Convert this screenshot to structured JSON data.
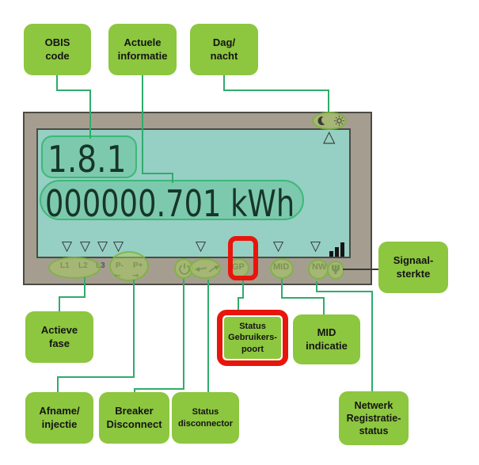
{
  "callouts": {
    "obis": "OBIS\ncode",
    "actuele": "Actuele\ninformatie",
    "dag_nacht": "Dag/\nnacht",
    "actieve_fase": "Actieve\nfase",
    "afname_injectie": "Afname/\ninjectie",
    "breaker_disconnect": "Breaker\nDisconnect",
    "status_disconnector": "Status\ndisconnector",
    "status_gebruikerspoort": "Status\nGebruikers-\npoort",
    "mid_indicatie": "MID\nindicatie",
    "netwerk_registratie": "Netwerk\nRegistratie-\nstatus",
    "signaal_sterkte": "Signaal-\nsterkte"
  },
  "display": {
    "obis_code": "1.8.1",
    "reading": "000000.701 kWh",
    "phase_labels": [
      "L1",
      "L2",
      "L3"
    ],
    "power_minus": "P-",
    "power_plus": "P+",
    "arrow_left": "←",
    "arrow_right": "→",
    "port_label": "GP",
    "mid_label": "MID",
    "network_label": "NW",
    "antenna_symbol": "ψ",
    "triangle_down": "▽",
    "triangle_up": "△"
  },
  "icons": {
    "moon": "crescent-moon",
    "sun": "sun",
    "power": "standby-power",
    "disconnector_closed": "switch-closed",
    "disconnector_open": "switch-open",
    "signal_bars": "signal-strength-3-bars"
  },
  "colors": {
    "callout_green": "#8dc63f",
    "connector_green": "#2fac6c",
    "highlight_red": "#e8150d",
    "bezel_gray": "#a59e90",
    "screen_teal": "#96cfc3",
    "lcd_text": "#17352b"
  }
}
